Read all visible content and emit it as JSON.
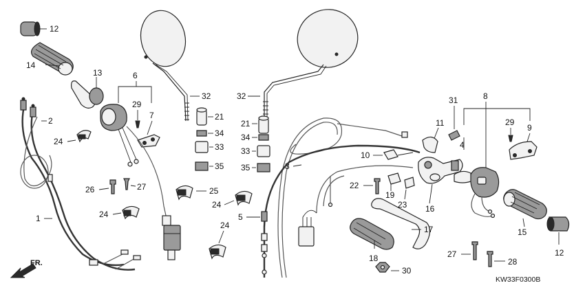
{
  "diagram": {
    "code": "KW33F0300B",
    "front_label": "FR.",
    "labels": {
      "l12a": "12",
      "l14": "14",
      "l13": "13",
      "l6": "6",
      "l29a": "29",
      "l7": "7",
      "l32a": "32",
      "l2": "2",
      "l24a": "24",
      "l21a": "21",
      "l34a": "34",
      "l33a": "33",
      "l35a": "35",
      "l26": "26",
      "l27a": "27",
      "l25": "25",
      "l24b": "24",
      "l24c": "24",
      "l1": "1",
      "l24d": "24",
      "l32b": "32",
      "l21b": "21",
      "l34b": "34",
      "l33b": "33",
      "l35b": "35",
      "l3": "3",
      "l5": "5",
      "l10": "10",
      "l11": "11",
      "l22": "22",
      "l19": "19",
      "l23": "23",
      "l16": "16",
      "l17": "17",
      "l18": "18",
      "l30": "30",
      "l31": "31",
      "l8": "8",
      "l4": "4",
      "l29b": "29",
      "l9": "9",
      "l15": "15",
      "l12b": "12",
      "l27b": "27",
      "l28": "28"
    }
  }
}
